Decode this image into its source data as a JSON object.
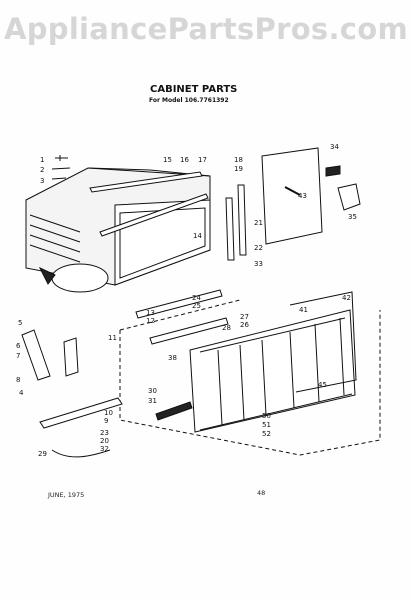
{
  "watermark": "AppliancePartsPros.com",
  "title": "CABINET PARTS",
  "model_line": "For Model 106.7761392",
  "date": "JUNE, 1975",
  "page_number": "48",
  "callouts": [
    "1",
    "2",
    "3",
    "4",
    "5",
    "6",
    "7",
    "8",
    "9",
    "10",
    "11",
    "12",
    "13",
    "14",
    "15",
    "16",
    "17",
    "18",
    "19",
    "20",
    "21",
    "22",
    "23",
    "24",
    "25",
    "26",
    "27",
    "28",
    "29",
    "30",
    "31",
    "32",
    "33",
    "34",
    "35",
    "38",
    "41",
    "42",
    "43",
    "45",
    "50",
    "51",
    "52"
  ]
}
